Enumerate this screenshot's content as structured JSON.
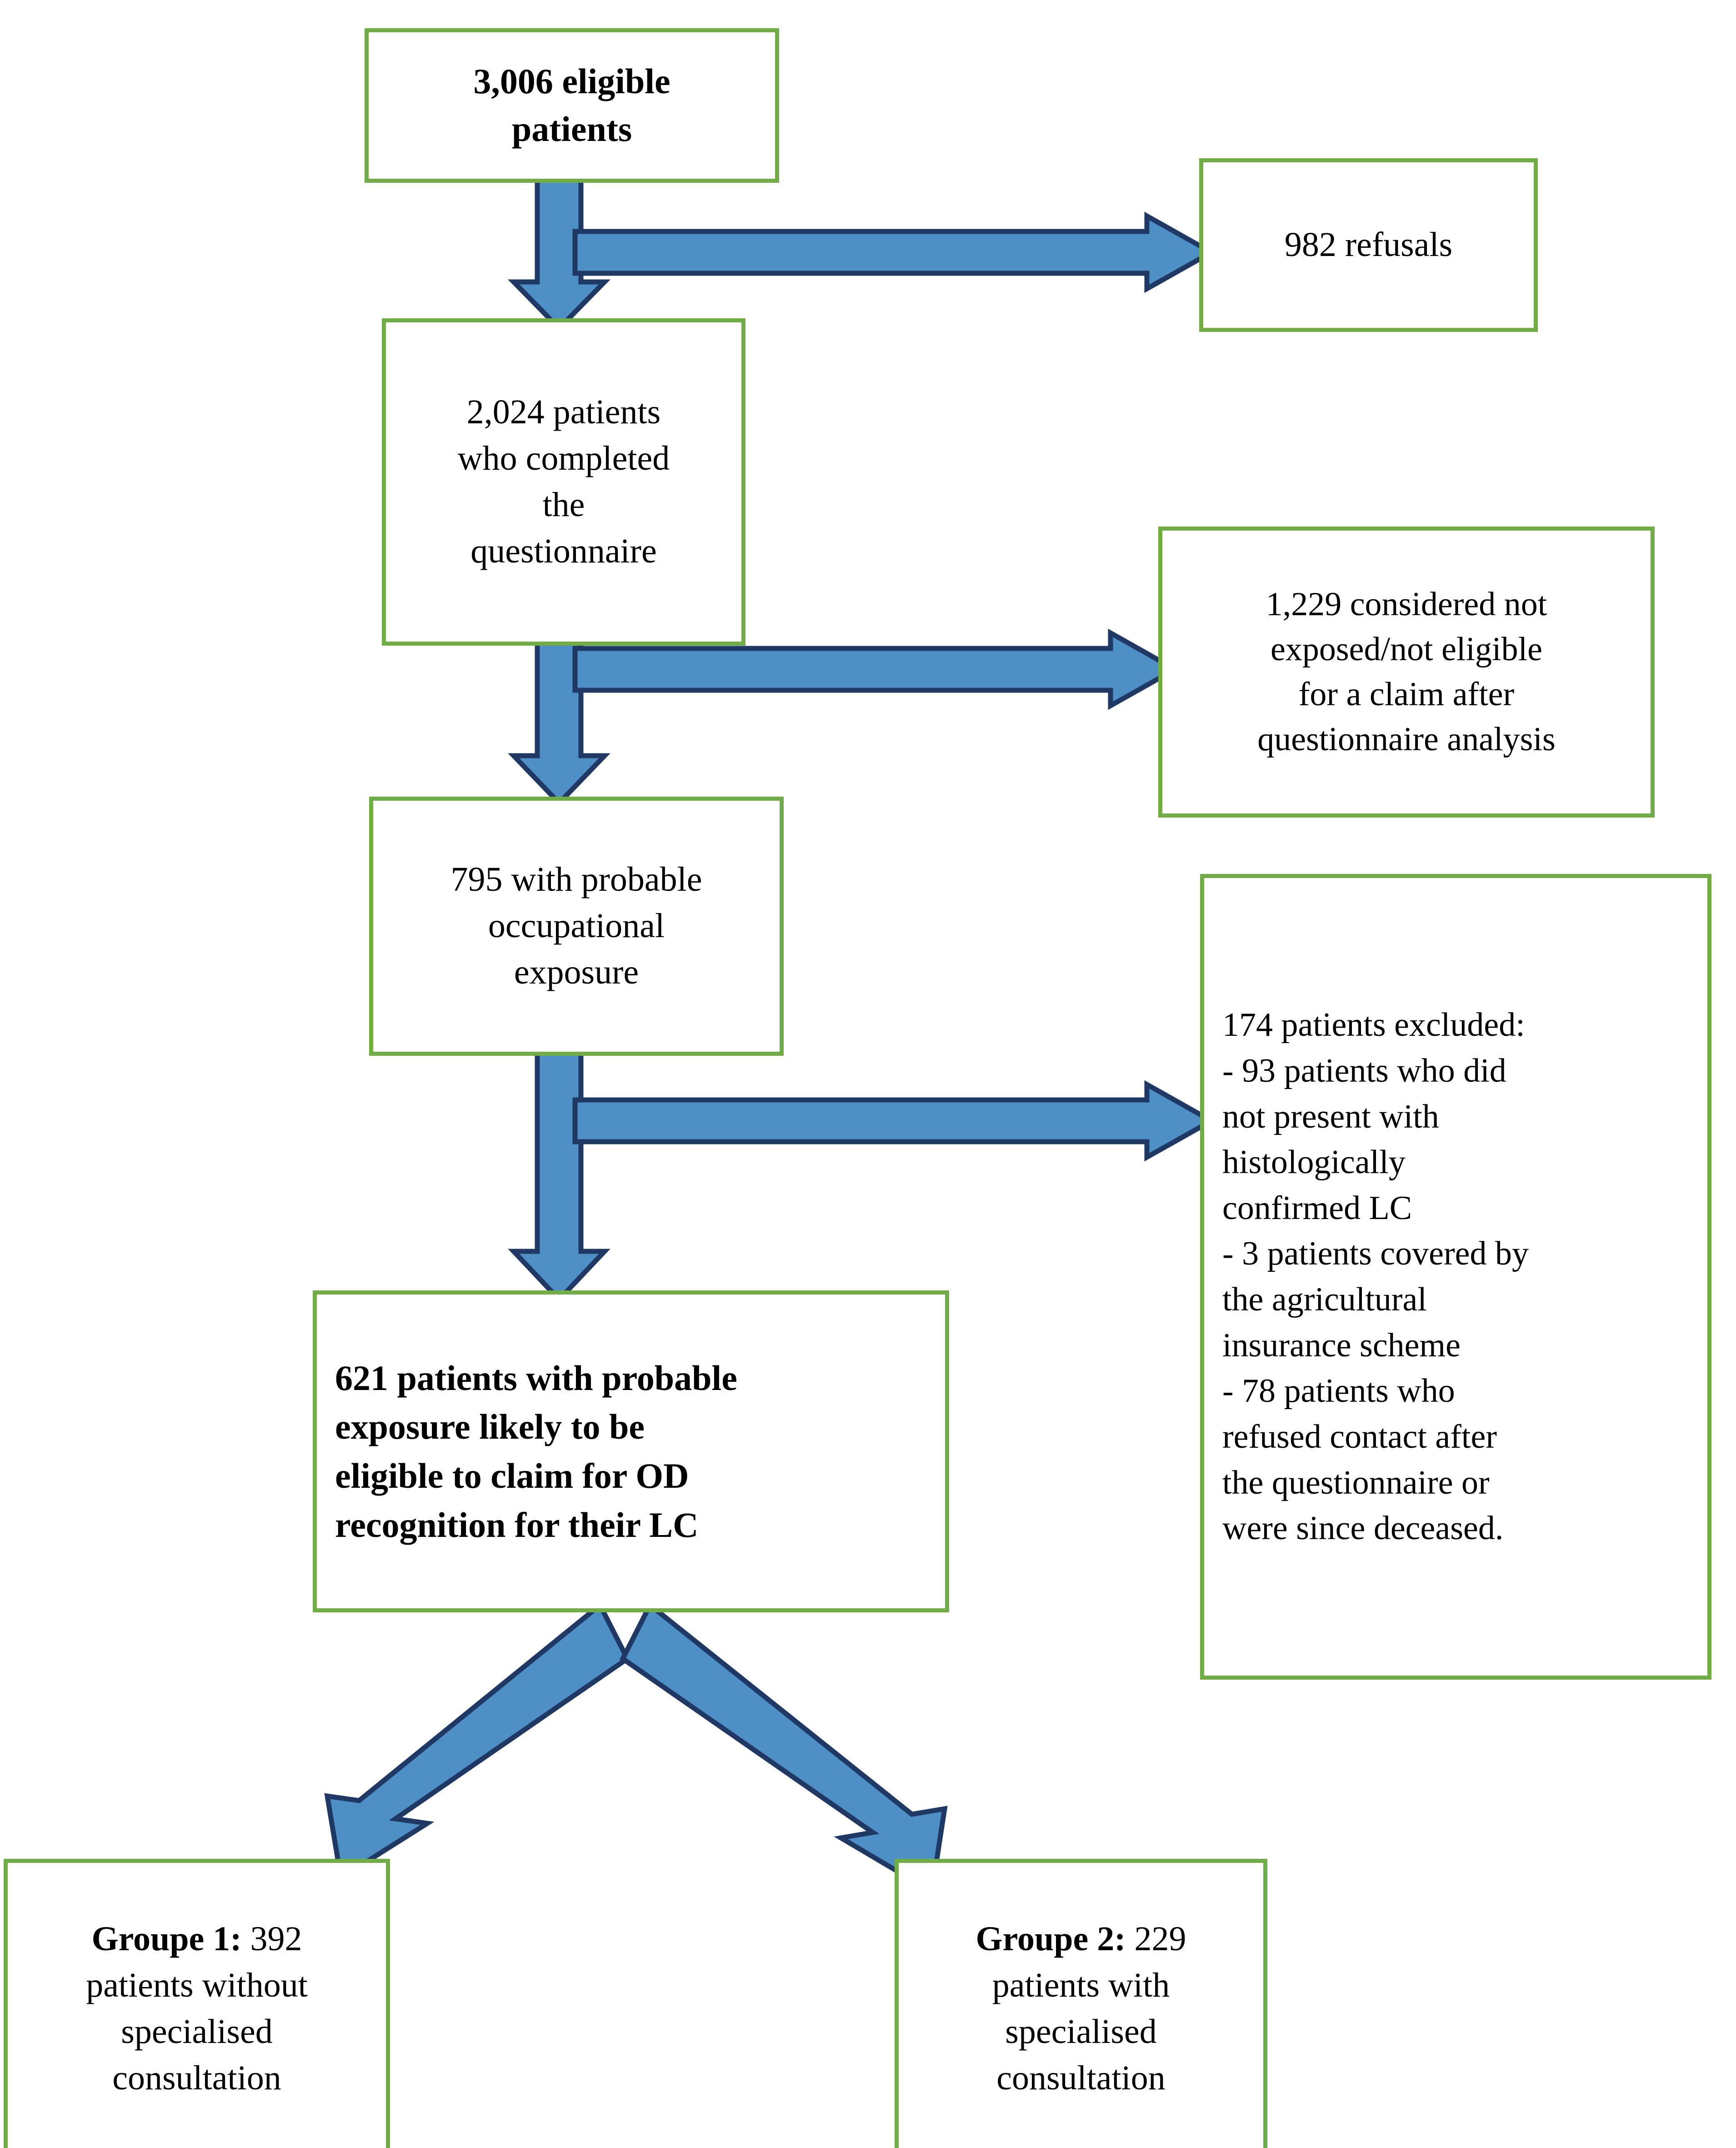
{
  "diagram": {
    "type": "flowchart",
    "title": "Patient inclusion flow diagram",
    "colors": {
      "box_border": "#70AD47",
      "box_fill": "#FFFFFF",
      "arrow_fill": "#4E8FC6",
      "arrow_outline": "#1F3864",
      "text": "#000000"
    }
  },
  "nodes": {
    "eligible": {
      "id": "eligible-patients-box",
      "text": "3,006 eligible\npatients",
      "count": 3006,
      "bold": true
    },
    "refusals": {
      "id": "refusals-box",
      "text": "982 refusals",
      "count": 982,
      "bold": false
    },
    "completed": {
      "id": "completed-questionnaire-box",
      "text": "2,024 patients\nwho completed\nthe\nquestionnaire",
      "count": 2024,
      "bold": false
    },
    "not_exposed": {
      "id": "not-exposed-box",
      "text": "1,229 considered not\nexposed/not eligible\nfor a claim after\nquestionnaire analysis",
      "count": 1229,
      "bold": false
    },
    "probable_exposure": {
      "id": "probable-exposure-box",
      "text": "795 with probable\noccupational\nexposure",
      "count": 795,
      "bold": false
    },
    "excluded": {
      "id": "excluded-patients-box",
      "text": "174 patients excluded:\n- 93 patients who did\nnot present with\nhistologically\nconfirmed LC\n- 3 patients covered by\nthe agricultural\ninsurance scheme\n- 78 patients who\nrefused contact after\nthe questionnaire or\nwere since deceased.",
      "count": 174,
      "bold": false,
      "reasons": [
        {
          "count": 93,
          "label": "- 93 patients who did not present with histologically confirmed LC"
        },
        {
          "count": 3,
          "label": "- 3 patients covered by the agricultural insurance scheme"
        },
        {
          "count": 78,
          "label": "- 78 patients who refused contact after the questionnaire or were since deceased."
        }
      ]
    },
    "eligible_621": {
      "id": "eligible-621-box",
      "text": "621 patients with probable\nexposure likely to be\neligible to claim for OD\nrecognition for their LC",
      "count": 621,
      "bold": true
    },
    "group1": {
      "id": "group-1-box",
      "lead": "Groupe 1:",
      "rest": " 392\npatients without\nspecialised\nconsultation",
      "count": 392,
      "bold_lead": true
    },
    "group2": {
      "id": "group-2-box",
      "lead": "Groupe 2:",
      "rest": " 229\npatients with\nspecialised\nconsultation",
      "count": 229,
      "bold_lead": true
    }
  },
  "edges": [
    {
      "name": "eligible-to-completed",
      "direction": "down",
      "from": "eligible",
      "to": "completed"
    },
    {
      "name": "eligible-to-refusals",
      "direction": "right",
      "from": "eligible",
      "to": "refusals"
    },
    {
      "name": "completed-to-probable",
      "direction": "down",
      "from": "completed",
      "to": "probable_exposure"
    },
    {
      "name": "completed-to-not-exposed",
      "direction": "right",
      "from": "completed",
      "to": "not_exposed"
    },
    {
      "name": "probable-to-eligible621",
      "direction": "down",
      "from": "probable_exposure",
      "to": "eligible_621"
    },
    {
      "name": "probable-to-excluded",
      "direction": "right",
      "from": "probable_exposure",
      "to": "excluded"
    },
    {
      "name": "eligible621-to-group1",
      "direction": "down-left",
      "from": "eligible_621",
      "to": "group1"
    },
    {
      "name": "eligible621-to-group2",
      "direction": "down-right",
      "from": "eligible_621",
      "to": "group2"
    }
  ]
}
